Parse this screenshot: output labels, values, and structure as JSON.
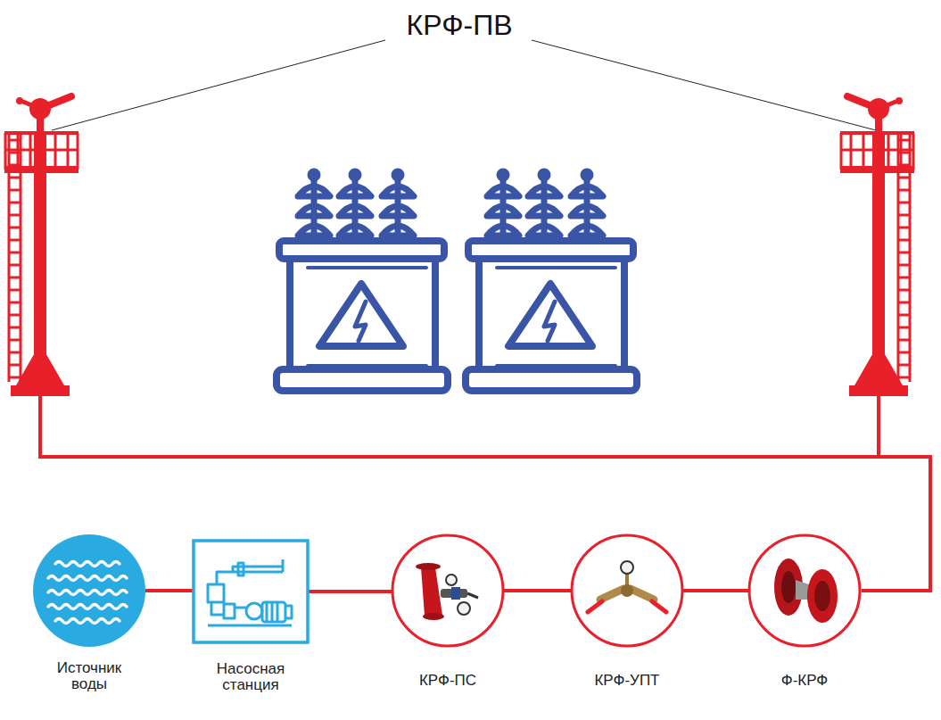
{
  "diagram": {
    "title": "КРФ-ПВ",
    "nodes": [
      {
        "text": [
          "Источник воды"
        ]
      },
      {
        "text": [
          "Насосная станция"
        ]
      },
      {
        "text": [
          "КРФ-ПС"
        ]
      },
      {
        "text": [
          "КРФ-УПТ"
        ]
      },
      {
        "text": [
          "Ф-КРФ"
        ]
      }
    ],
    "edges": [
      {
        "from": 0,
        "to": 1,
        "arrow": "none"
      },
      {
        "from": 1,
        "to": 2,
        "arrow": "none"
      },
      {
        "from": 2,
        "to": 3,
        "arrow": "none"
      },
      {
        "from": 3,
        "to": 4,
        "arrow": "none"
      }
    ]
  }
}
